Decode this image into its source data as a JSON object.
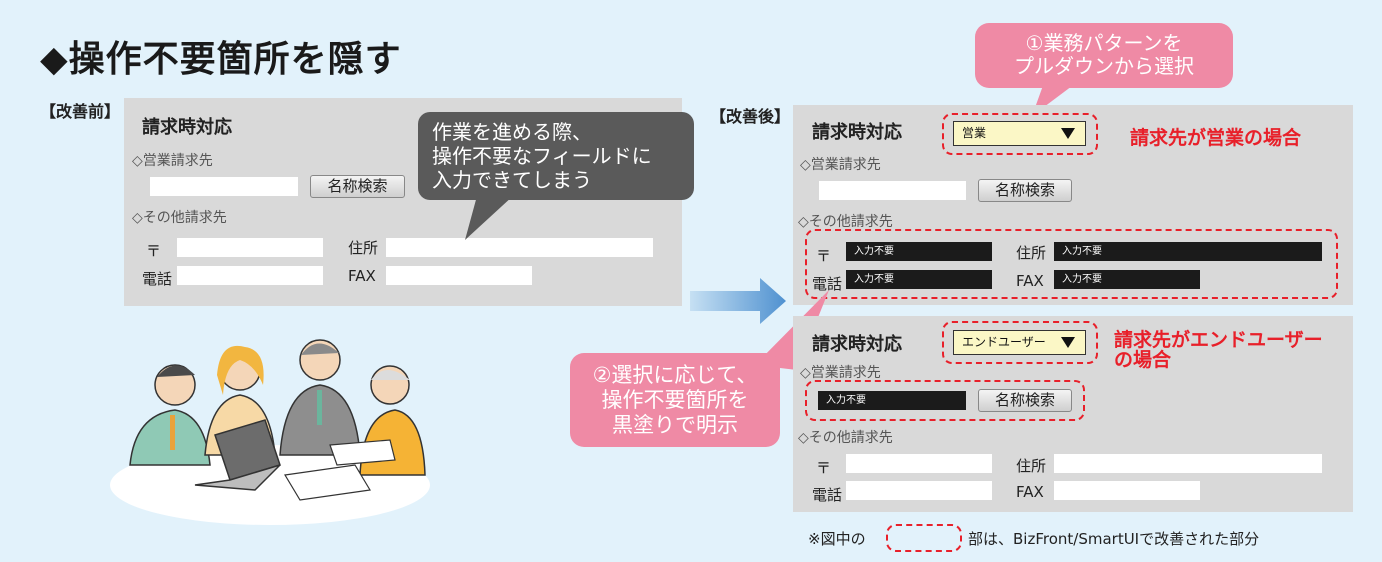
{
  "title": "◆操作不要箇所を隠す",
  "before": {
    "tag": "【改善前】",
    "heading": "請求時対応",
    "section_sales": "◇営業請求先",
    "search_button": "名称検索",
    "section_other": "◇その他請求先",
    "zip_label": "〒",
    "address_label": "住所",
    "phone_label": "電話",
    "fax_label": "FAX"
  },
  "callout_before": {
    "line1": "作業を進める際、",
    "line2": "操作不要なフィールドに",
    "line3": "入力できてしまう"
  },
  "after": {
    "tag": "【改善後】",
    "callout1": {
      "line1": "①業務パターンを",
      "line2": "プルダウンから選択"
    },
    "callout2": {
      "line1": "②選択に応じて、",
      "line2": "操作不要箇所を",
      "line3": "黒塗りで明示"
    },
    "form1": {
      "heading": "請求時対応",
      "select_value": "営業",
      "case_label": "請求先が営業の場合",
      "section_sales": "◇営業請求先",
      "search_button": "名称検索",
      "section_other": "◇その他請求先",
      "zip_label": "〒",
      "address_label": "住所",
      "phone_label": "電話",
      "fax_label": "FAX",
      "masked_text": "入力不要"
    },
    "form2": {
      "heading": "請求時対応",
      "select_value": "エンドユーザー",
      "case_label_line1": "請求先がエンドユーザー",
      "case_label_line2": "の場合",
      "section_sales": "◇営業請求先",
      "masked_text": "入力不要",
      "search_button": "名称検索",
      "section_other": "◇その他請求先",
      "zip_label": "〒",
      "address_label": "住所",
      "phone_label": "電話",
      "fax_label": "FAX"
    },
    "footnote_prefix": "※図中の",
    "footnote_suffix": "部は、BizFront/SmartUIで改善された部分"
  },
  "colors": {
    "background": "#e2f2fb",
    "panel": "#d9d9d9",
    "accent_red": "#e8202a",
    "callout_pink": "#ef8aa5",
    "callout_dark": "#5a5a5a",
    "select_yellow": "#fbf7c6",
    "arrow_blue": "#5c9bd6"
  }
}
